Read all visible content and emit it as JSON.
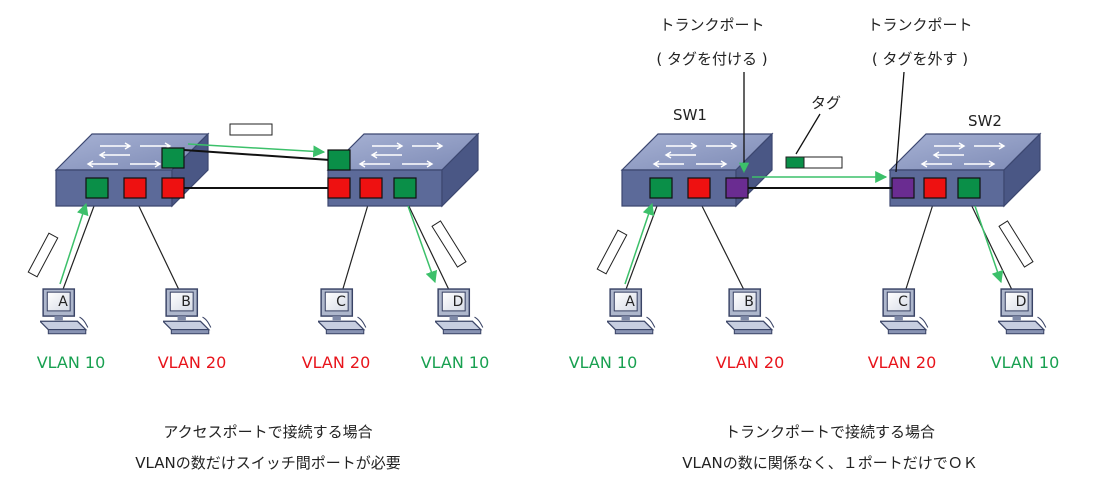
{
  "colors": {
    "green": "#18a050",
    "red": "#e8141b",
    "port_green": "#0a8f48",
    "port_red": "#ee1111",
    "port_purple": "#6a2c91",
    "switch_top": "#8a96bd",
    "switch_front": "#5c6a99",
    "switch_side": "#4a5785",
    "arrow": "#3cc06a"
  },
  "left": {
    "pcs": [
      {
        "letter": "A",
        "vlan": "VLAN 10",
        "vlan_color": "green"
      },
      {
        "letter": "B",
        "vlan": "VLAN 20",
        "vlan_color": "red"
      },
      {
        "letter": "C",
        "vlan": "VLAN 20",
        "vlan_color": "red"
      },
      {
        "letter": "D",
        "vlan": "VLAN 10",
        "vlan_color": "green"
      }
    ],
    "caption_line1": "アクセスポートで接続する場合",
    "caption_line2": "VLANの数だけスイッチ間ポートが必要"
  },
  "right": {
    "sw1_label": "SW1",
    "sw2_label": "SW2",
    "tag_label": "タグ",
    "trunk1_line1": "トランクポート",
    "trunk1_line2": "( タグを付ける )",
    "trunk2_line1": "トランクポート",
    "trunk2_line2": "( タグを外す )",
    "pcs": [
      {
        "letter": "A",
        "vlan": "VLAN 10",
        "vlan_color": "green"
      },
      {
        "letter": "B",
        "vlan": "VLAN 20",
        "vlan_color": "red"
      },
      {
        "letter": "C",
        "vlan": "VLAN 20",
        "vlan_color": "red"
      },
      {
        "letter": "D",
        "vlan": "VLAN 10",
        "vlan_color": "green"
      }
    ],
    "caption_line1": "トランクポートで接続する場合",
    "caption_line2": "VLANの数に関係なく、１ポートだけでＯＫ"
  }
}
